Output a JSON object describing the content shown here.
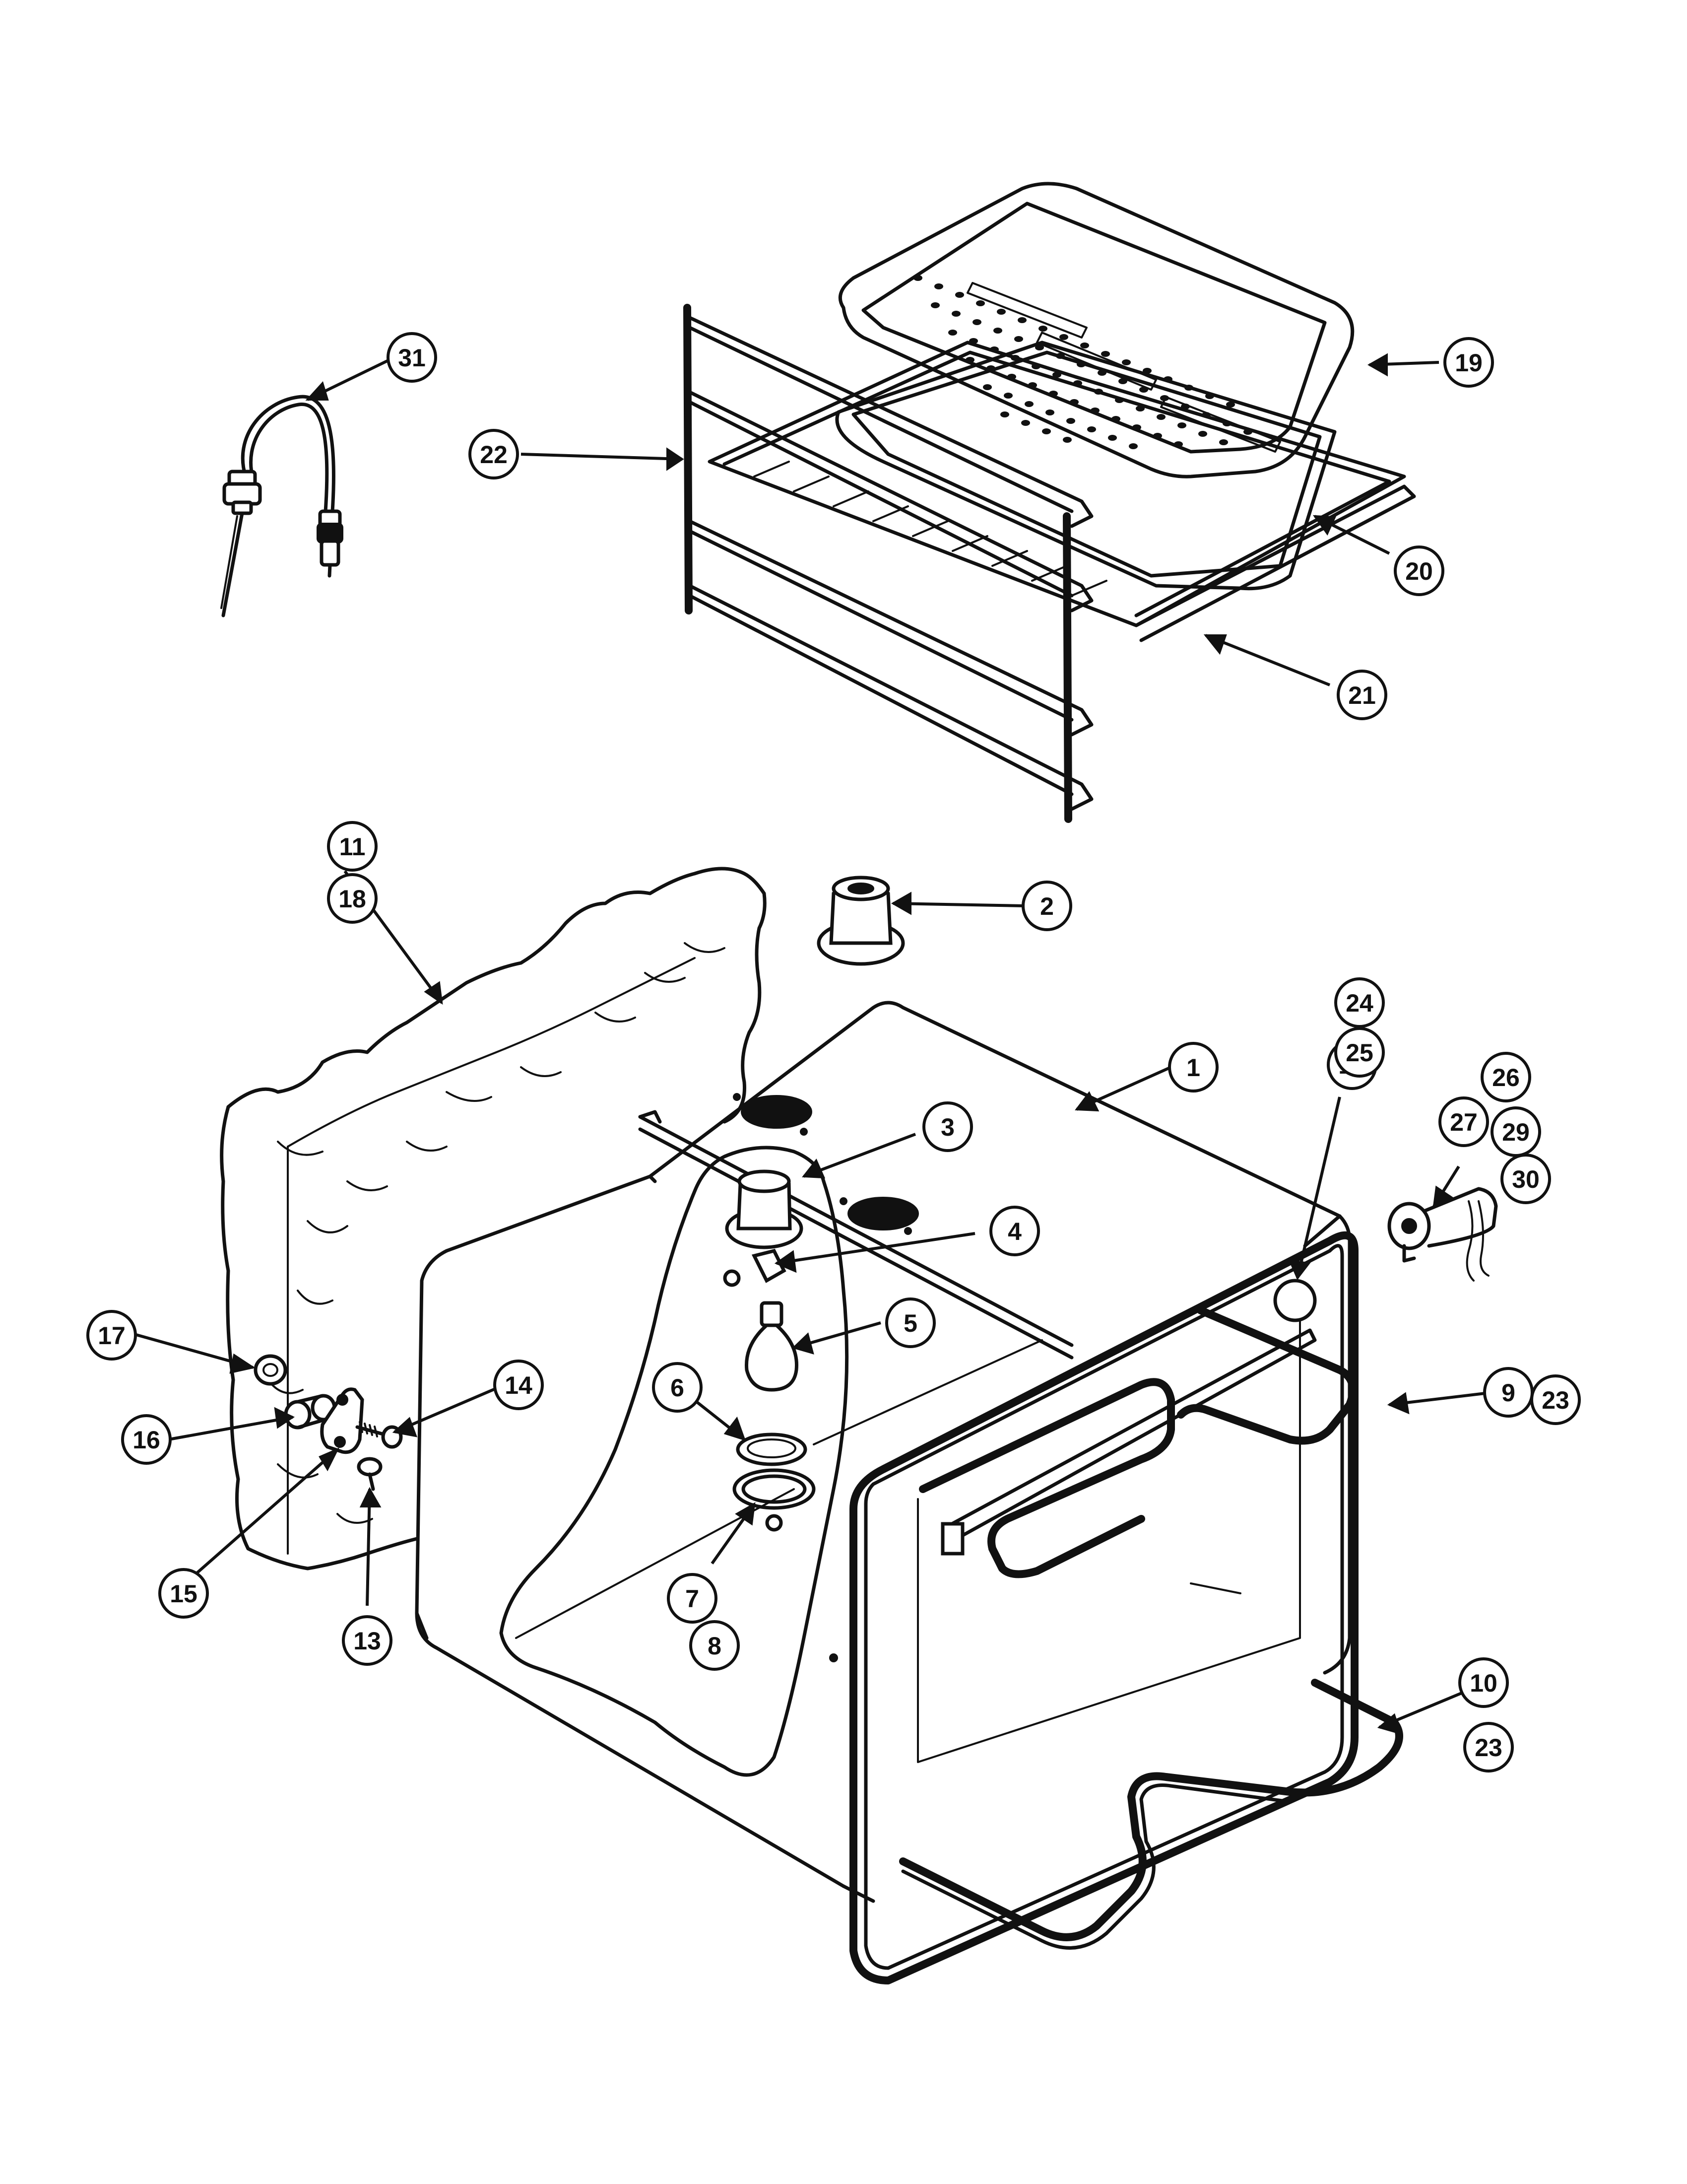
{
  "callouts": [
    {
      "id": "c1",
      "label": "1"
    },
    {
      "id": "c2",
      "label": "2"
    },
    {
      "id": "c3",
      "label": "3"
    },
    {
      "id": "c4",
      "label": "4"
    },
    {
      "id": "c5",
      "label": "5"
    },
    {
      "id": "c6",
      "label": "6"
    },
    {
      "id": "c7",
      "label": "7"
    },
    {
      "id": "c8",
      "label": "8"
    },
    {
      "id": "c9",
      "label": "9"
    },
    {
      "id": "c10",
      "label": "10"
    },
    {
      "id": "c11",
      "label": "11"
    },
    {
      "id": "c12",
      "label": "12"
    },
    {
      "id": "c13",
      "label": "13"
    },
    {
      "id": "c14",
      "label": "14"
    },
    {
      "id": "c15",
      "label": "15"
    },
    {
      "id": "c16",
      "label": "16"
    },
    {
      "id": "c17",
      "label": "17"
    },
    {
      "id": "c18",
      "label": "18"
    },
    {
      "id": "c19",
      "label": "19"
    },
    {
      "id": "c20",
      "label": "20"
    },
    {
      "id": "c21",
      "label": "21"
    },
    {
      "id": "c22",
      "label": "22"
    },
    {
      "id": "c23a",
      "label": "23"
    },
    {
      "id": "c23b",
      "label": "23"
    },
    {
      "id": "c24",
      "label": "24"
    },
    {
      "id": "c25",
      "label": "25"
    },
    {
      "id": "c26",
      "label": "26"
    },
    {
      "id": "c27",
      "label": "27"
    },
    {
      "id": "c29",
      "label": "29"
    },
    {
      "id": "c30",
      "label": "30"
    },
    {
      "id": "c31",
      "label": "31"
    }
  ]
}
